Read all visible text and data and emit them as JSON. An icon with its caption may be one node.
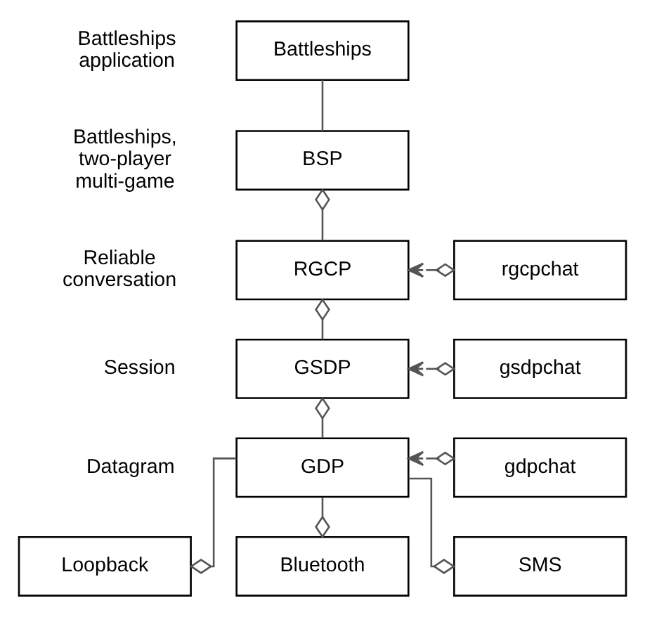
{
  "diagram": {
    "nodes": [
      {
        "text": [
          "Battleships"
        ],
        "beside": [
          "Battleships application"
        ]
      },
      {
        "text": [
          "BSP"
        ],
        "beside": [
          "Battleships, two-player multi-game"
        ]
      },
      {
        "text": [
          "RGCP"
        ],
        "beside": [
          "Reliable conversation"
        ]
      },
      {
        "text": [
          "rgcpchat"
        ]
      },
      {
        "text": [
          "GSDP"
        ],
        "beside": [
          "Session"
        ]
      },
      {
        "text": [
          "gsdpchat"
        ]
      },
      {
        "text": [
          "GDP"
        ],
        "beside": [
          "Datagram"
        ]
      },
      {
        "text": [
          "gdpchat"
        ]
      },
      {
        "text": [
          "Loopback"
        ]
      },
      {
        "text": [
          "Bluetooth"
        ]
      },
      {
        "text": [
          "SMS"
        ]
      }
    ],
    "edges": [
      {
        "from": 0,
        "to": 1,
        "arrow": "none"
      },
      {
        "from": 1,
        "to": 2,
        "arrow": "other"
      },
      {
        "from": 3,
        "to": 2,
        "arrow": "to"
      },
      {
        "from": 2,
        "to": 4,
        "arrow": "other"
      },
      {
        "from": 5,
        "to": 4,
        "arrow": "to"
      },
      {
        "from": 4,
        "to": 6,
        "arrow": "other"
      },
      {
        "from": 7,
        "to": 6,
        "arrow": "to"
      },
      {
        "from": 8,
        "to": 6,
        "arrow": "other"
      },
      {
        "from": 9,
        "to": 6,
        "arrow": "other"
      },
      {
        "from": 10,
        "to": 6,
        "arrow": "other"
      }
    ]
  }
}
